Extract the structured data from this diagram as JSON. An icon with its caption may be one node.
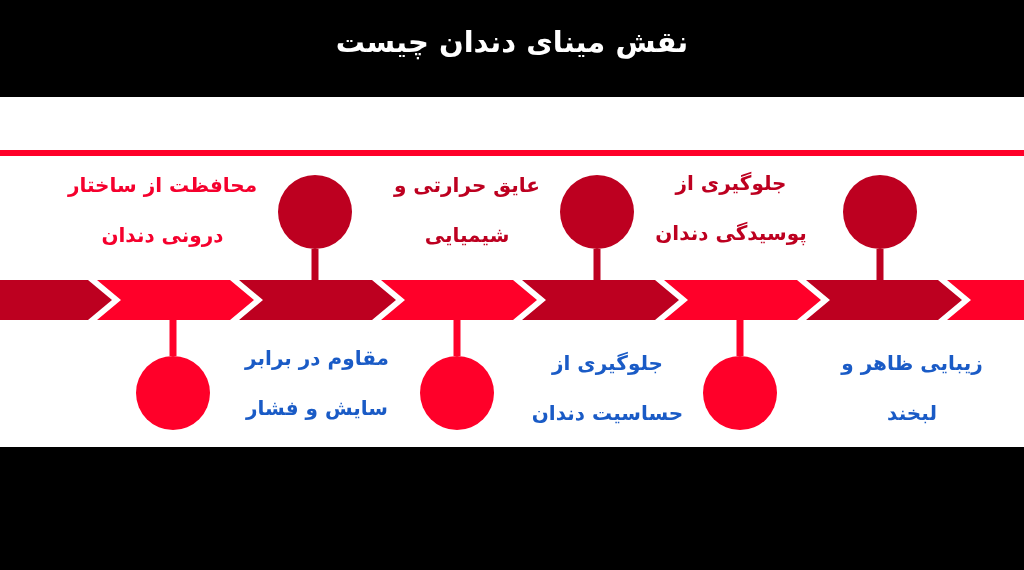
{
  "diagram": {
    "title": "نقش مینای دندان چیست",
    "nodes": [
      {
        "text": [],
        "shape": "chevron"
      },
      {
        "text": [],
        "shape": "chevron"
      },
      {
        "text": [],
        "shape": "chevron"
      },
      {
        "text": [],
        "shape": "chevron"
      },
      {
        "text": [],
        "shape": "chevron"
      },
      {
        "text": [],
        "shape": "chevron"
      },
      {
        "text": [],
        "shape": "chevron"
      },
      {
        "text": [],
        "shape": "chevron"
      },
      {
        "text": [],
        "shape": "circle"
      },
      {
        "text": [],
        "shape": "circle"
      },
      {
        "text": [],
        "shape": "circle"
      },
      {
        "text": [],
        "shape": "circle"
      },
      {
        "text": [],
        "shape": "circle"
      },
      {
        "text": [],
        "shape": "circle"
      }
    ],
    "edges": [
      {
        "from": 8,
        "to": 1,
        "arrow": "none",
        "color": "#ff0029"
      },
      {
        "from": 9,
        "to": 2,
        "arrow": "none",
        "color": "#bd0020"
      },
      {
        "from": 10,
        "to": 3,
        "arrow": "none",
        "color": "#ff0029"
      },
      {
        "from": 11,
        "to": 4,
        "arrow": "none",
        "color": "#bd0020"
      },
      {
        "from": 12,
        "to": 5,
        "arrow": "none",
        "color": "#ff0029"
      },
      {
        "from": 13,
        "to": 6,
        "arrow": "none",
        "color": "#bd0020"
      }
    ],
    "labels": [
      "جلوگیری از پوسیدگی دندان",
      "عایق حرارتی و شیمیایی",
      "محافظت از ساختار درونی دندان",
      "زیبایی ظاهر و لبخند",
      "جلوگیری از حساسیت دندان",
      "مقاوم در برابر سایش و فشار"
    ]
  }
}
